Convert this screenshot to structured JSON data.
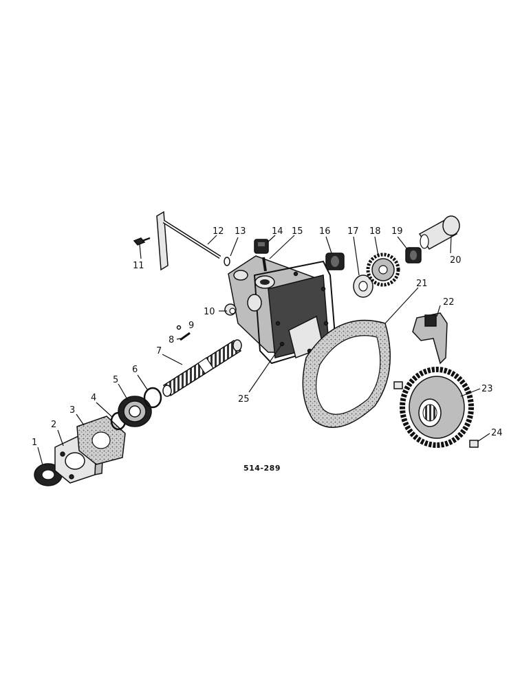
{
  "diagram": {
    "reference_code": "514-289",
    "callouts": [
      {
        "id": "c1",
        "label": "1"
      },
      {
        "id": "c2",
        "label": "2"
      },
      {
        "id": "c3",
        "label": "3"
      },
      {
        "id": "c4",
        "label": "4"
      },
      {
        "id": "c5",
        "label": "5"
      },
      {
        "id": "c6",
        "label": "6"
      },
      {
        "id": "c7",
        "label": "7"
      },
      {
        "id": "c8",
        "label": "8"
      },
      {
        "id": "c9",
        "label": "9"
      },
      {
        "id": "c10",
        "label": "10"
      },
      {
        "id": "c11",
        "label": "11"
      },
      {
        "id": "c12",
        "label": "12"
      },
      {
        "id": "c13",
        "label": "13"
      },
      {
        "id": "c14",
        "label": "14"
      },
      {
        "id": "c15",
        "label": "15"
      },
      {
        "id": "c16",
        "label": "16"
      },
      {
        "id": "c17",
        "label": "17"
      },
      {
        "id": "c18",
        "label": "18"
      },
      {
        "id": "c19",
        "label": "19"
      },
      {
        "id": "c20",
        "label": "20"
      },
      {
        "id": "c21",
        "label": "21"
      },
      {
        "id": "c22",
        "label": "22"
      },
      {
        "id": "c23",
        "label": "23"
      },
      {
        "id": "c24",
        "label": "24"
      },
      {
        "id": "c25",
        "label": "25"
      }
    ]
  }
}
